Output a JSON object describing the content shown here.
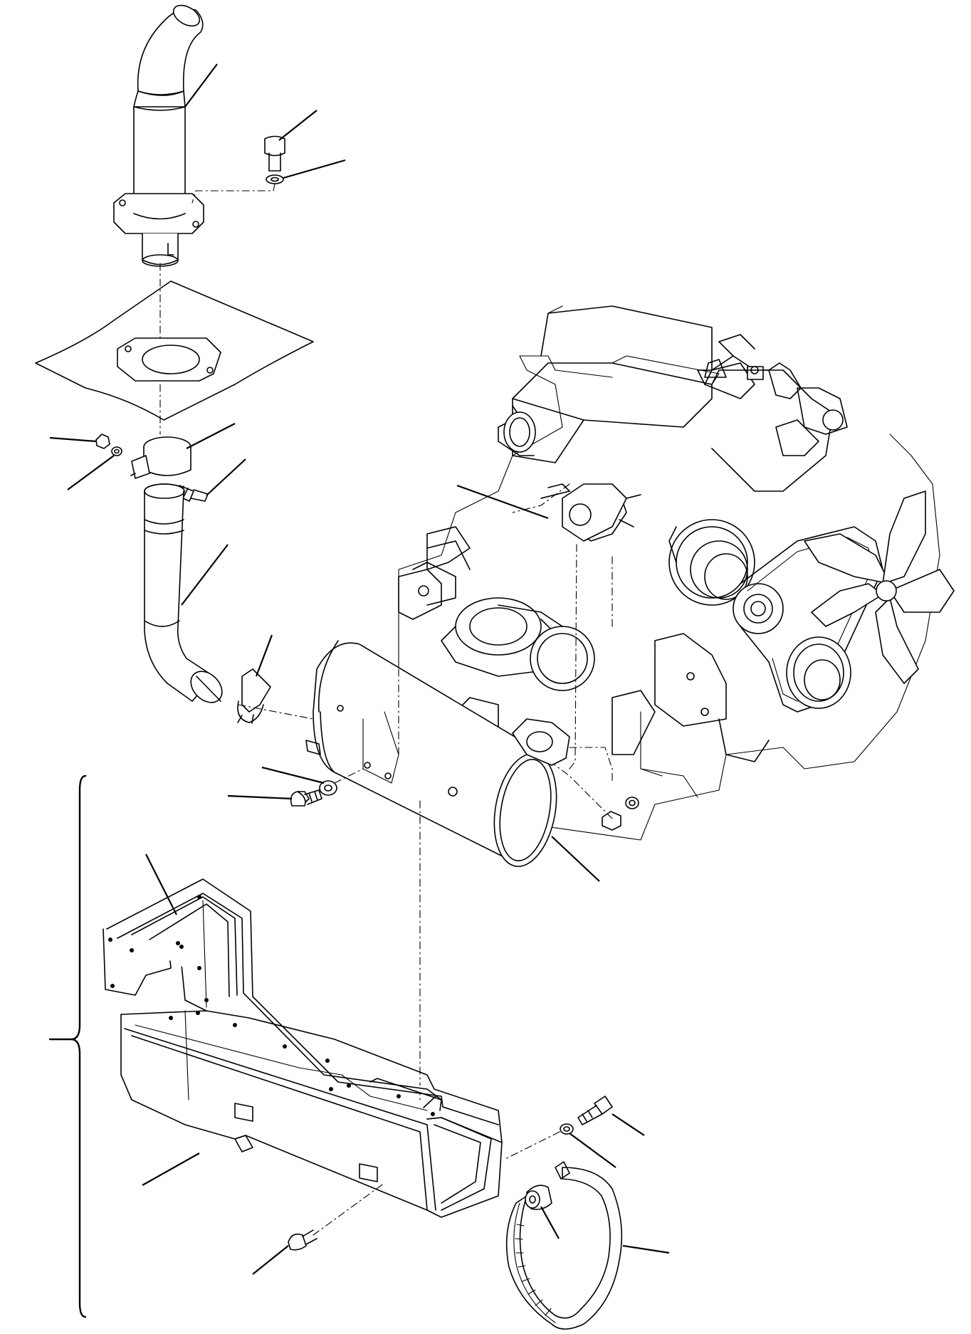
{
  "diagram": {
    "type": "exploded-parts-view",
    "colors": {
      "line": "#000000",
      "background": "#ffffff"
    },
    "parts": [
      "exhaust-tail-pipe",
      "bolt",
      "washer",
      "flange-plate",
      "nut",
      "spring-washer",
      "pipe-clamp",
      "clamp-bolt",
      "intermediate-pipe",
      "u-clamp",
      "gasket",
      "muffler",
      "muffler-mount-bolt",
      "muffler-mount-washer",
      "heat-shield-cover",
      "cover-screw",
      "mount-bolt",
      "mount-washer",
      "band-clamp",
      "rubber-bushing",
      "engine"
    ]
  }
}
